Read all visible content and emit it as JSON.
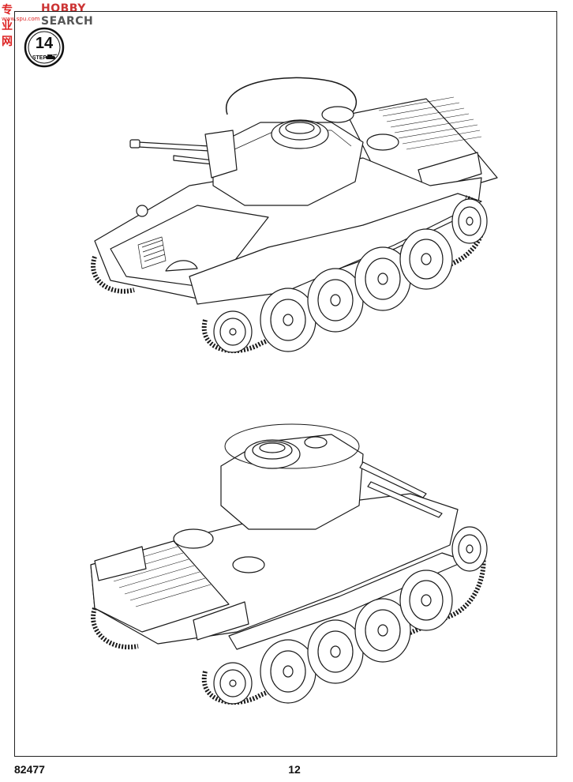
{
  "watermark": {
    "site_cn": "专业网",
    "site_url": "www.spu.com",
    "site_en_a": "HOBBY",
    "site_en_b": "SEARCH"
  },
  "step": {
    "number": "14",
    "label": "STEP"
  },
  "footer": {
    "kit_number": "82477",
    "page_number": "12"
  },
  "colors": {
    "line": "#1a1a1a",
    "paper": "#ffffff",
    "watermark_red": "#d22222"
  }
}
